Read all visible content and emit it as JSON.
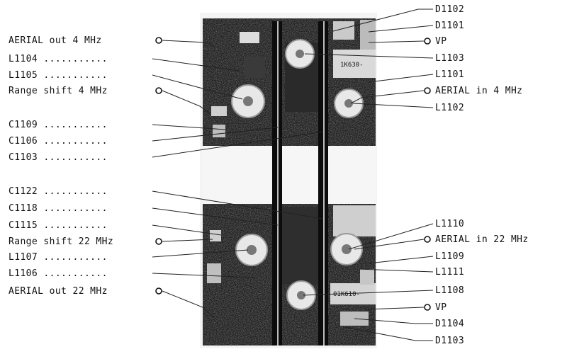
{
  "labels": {
    "left": [
      {
        "text": "AERIAL out 4 MHz",
        "terminal": true
      },
      {
        "text": "L1104 ...........",
        "terminal": false
      },
      {
        "text": "L1105 ...........",
        "terminal": false
      },
      {
        "text": "Range shift 4 MHz",
        "terminal": true
      },
      {
        "text": "C1109 ...........",
        "terminal": false
      },
      {
        "text": "C1106 ...........",
        "terminal": false
      },
      {
        "text": "C1103 ...........",
        "terminal": false
      },
      {
        "text": "C1122 ...........",
        "terminal": false
      },
      {
        "text": "C1118 ...........",
        "terminal": false
      },
      {
        "text": "C1115 ...........",
        "terminal": false
      },
      {
        "text": "Range shift 22 MHz",
        "terminal": true
      },
      {
        "text": "L1107 ...........",
        "terminal": false
      },
      {
        "text": "L1106 ...........",
        "terminal": false
      },
      {
        "text": "AERIAL out 22 MHz",
        "terminal": true
      }
    ],
    "right": [
      {
        "text": "D1102",
        "terminal": false
      },
      {
        "text": "D1101",
        "terminal": false
      },
      {
        "text": "VP",
        "terminal": true
      },
      {
        "text": "L1103",
        "terminal": false
      },
      {
        "text": "L1101",
        "terminal": false
      },
      {
        "text": "AERIAL in 4 MHz",
        "terminal": true
      },
      {
        "text": "L1102",
        "terminal": false
      },
      {
        "text": "L1110",
        "terminal": false
      },
      {
        "text": "AERIAL in 22 MHz",
        "terminal": true
      },
      {
        "text": "L1109",
        "terminal": false
      },
      {
        "text": "L1111",
        "terminal": false
      },
      {
        "text": "L1108",
        "terminal": false
      },
      {
        "text": "VP",
        "terminal": true
      },
      {
        "text": "D1104",
        "terminal": false
      },
      {
        "text": "D1103",
        "terminal": false
      }
    ]
  },
  "module_markings": {
    "upper": "1K630-",
    "lower": "01K610-"
  }
}
